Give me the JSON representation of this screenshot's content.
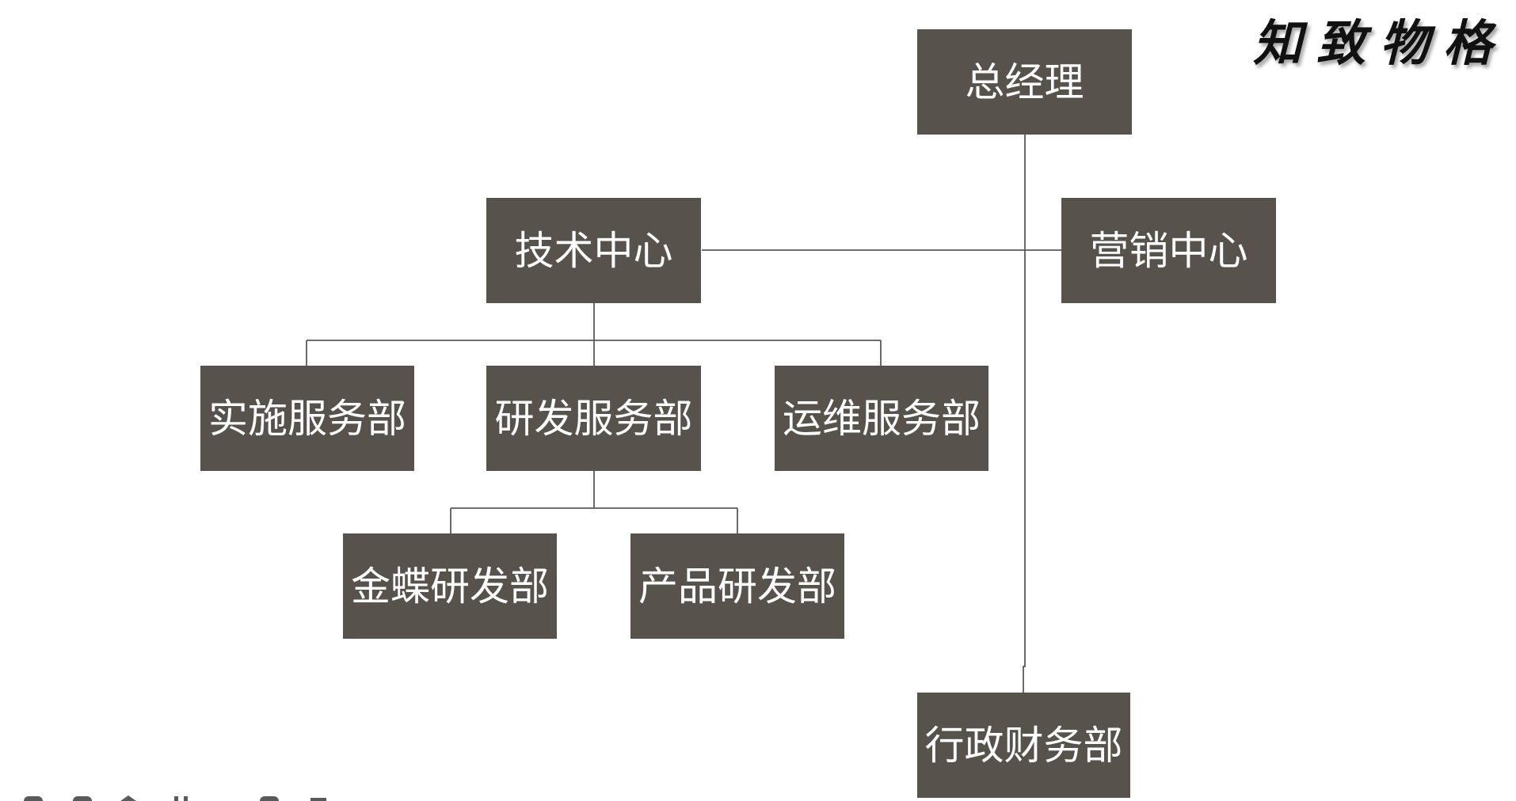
{
  "logo": {
    "text": "知致物格"
  },
  "org": {
    "label": "总经理",
    "children": [
      {
        "label": "技术中心",
        "children": [
          {
            "label": "实施服务部"
          },
          {
            "label": "研发服务部",
            "children": [
              {
                "label": "金蝶研发部"
              },
              {
                "label": "产品研发部"
              }
            ]
          },
          {
            "label": "运维服务部"
          }
        ]
      },
      {
        "label": "营销中心"
      },
      {
        "label": "行政财务部"
      }
    ]
  },
  "colors": {
    "box": "#57524c",
    "box_text": "#ffffff",
    "line": "#595959"
  }
}
